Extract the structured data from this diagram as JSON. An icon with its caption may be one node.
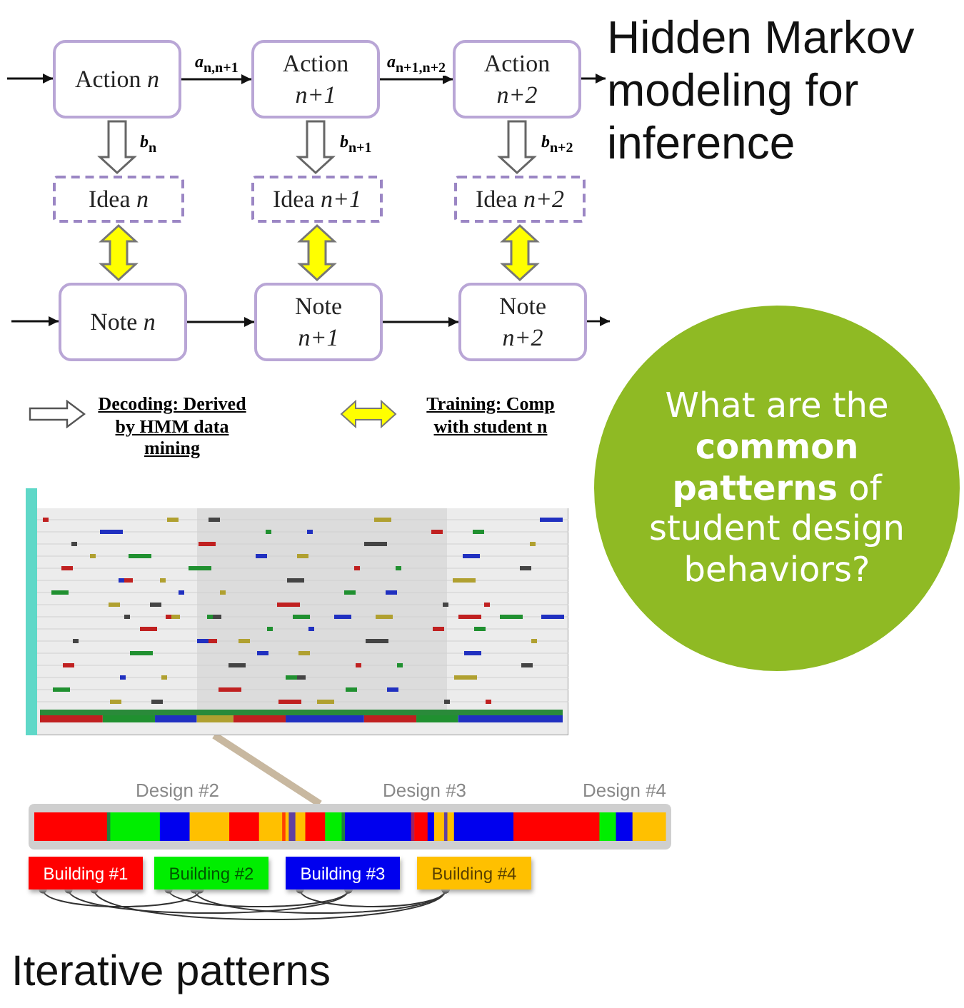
{
  "diagram": {
    "title": "Hidden Markov modeling for inference",
    "nodes": [
      {
        "text": [
          "Action *n*"
        ]
      },
      {
        "text": [
          "Action *n+1*"
        ]
      },
      {
        "text": [
          "Action *n+2*"
        ]
      },
      {
        "text": [
          "Idea *n*"
        ]
      },
      {
        "text": [
          "Idea *n+1*"
        ]
      },
      {
        "text": [
          "Idea *n+2*"
        ]
      },
      {
        "text": [
          "Note *n*"
        ]
      },
      {
        "text": [
          "Note *n+1*"
        ]
      },
      {
        "text": [
          "Note *n+2*"
        ]
      },
      {
        "text": [
          "What are the **common patterns** of student design behaviors?"
        ]
      },
      {
        "text": [],
        "shape": "picture"
      },
      {
        "text": [],
        "shape": "bar"
      },
      {
        "text": [
          "Building #1"
        ]
      },
      {
        "text": [
          "Building #2"
        ]
      },
      {
        "text": [
          "Building #3"
        ]
      },
      {
        "text": [
          "Building #4"
        ]
      }
    ],
    "edges": [
      {
        "from": null,
        "to": 0,
        "arrow": "to"
      },
      {
        "from": 0,
        "to": 1,
        "arrow": "to",
        "label": "*a*$_{n,n+1}$"
      },
      {
        "from": 1,
        "to": 2,
        "arrow": "to",
        "label": "*a*$_{n+1,n+2}$"
      },
      {
        "from": 2,
        "to": null,
        "arrow": "to"
      },
      {
        "from": 0,
        "to": 3,
        "arrow": "to",
        "style": "thick",
        "label": "*b*$_{n}$"
      },
      {
        "from": 1,
        "to": 4,
        "arrow": "to",
        "style": "thick",
        "label": "*b*$_{n+1}$"
      },
      {
        "from": 2,
        "to": 5,
        "arrow": "to",
        "style": "thick",
        "label": "*b*$_{n+2}$"
      },
      {
        "from": 3,
        "to": 6,
        "arrow": "both",
        "style": "thick",
        "color": "#ffff00"
      },
      {
        "from": 4,
        "to": 7,
        "arrow": "both",
        "style": "thick",
        "color": "#ffff00"
      },
      {
        "from": 5,
        "to": 8,
        "arrow": "both",
        "style": "thick",
        "color": "#ffff00"
      },
      {
        "from": null,
        "to": 6,
        "arrow": "to"
      },
      {
        "from": 6,
        "to": 7,
        "arrow": "to"
      },
      {
        "from": 7,
        "to": 8,
        "arrow": "to"
      },
      {
        "from": 8,
        "to": null,
        "arrow": "to"
      },
      {
        "from": 10,
        "to": 11,
        "arrow": "none",
        "style": "thick",
        "color": "#c8b8a0"
      },
      {
        "from": 12,
        "to": 13,
        "arrow": "other"
      },
      {
        "from": 12,
        "to": 14,
        "arrow": "other"
      },
      {
        "from": 12,
        "to": 15,
        "arrow": "other"
      },
      {
        "from": 13,
        "to": 14,
        "arrow": "other"
      },
      {
        "from": 13,
        "to": 15,
        "arrow": "other"
      },
      {
        "from": 14,
        "to": 15,
        "arrow": "other"
      }
    ],
    "labels": [
      "Design #2",
      "Design #3",
      "Design #4",
      "Iterative patterns"
    ],
    "legend": [
      {
        "text": "Decoding: Derived by HMM data mining"
      },
      {
        "text": "Training: Comp with student n"
      }
    ]
  }
}
